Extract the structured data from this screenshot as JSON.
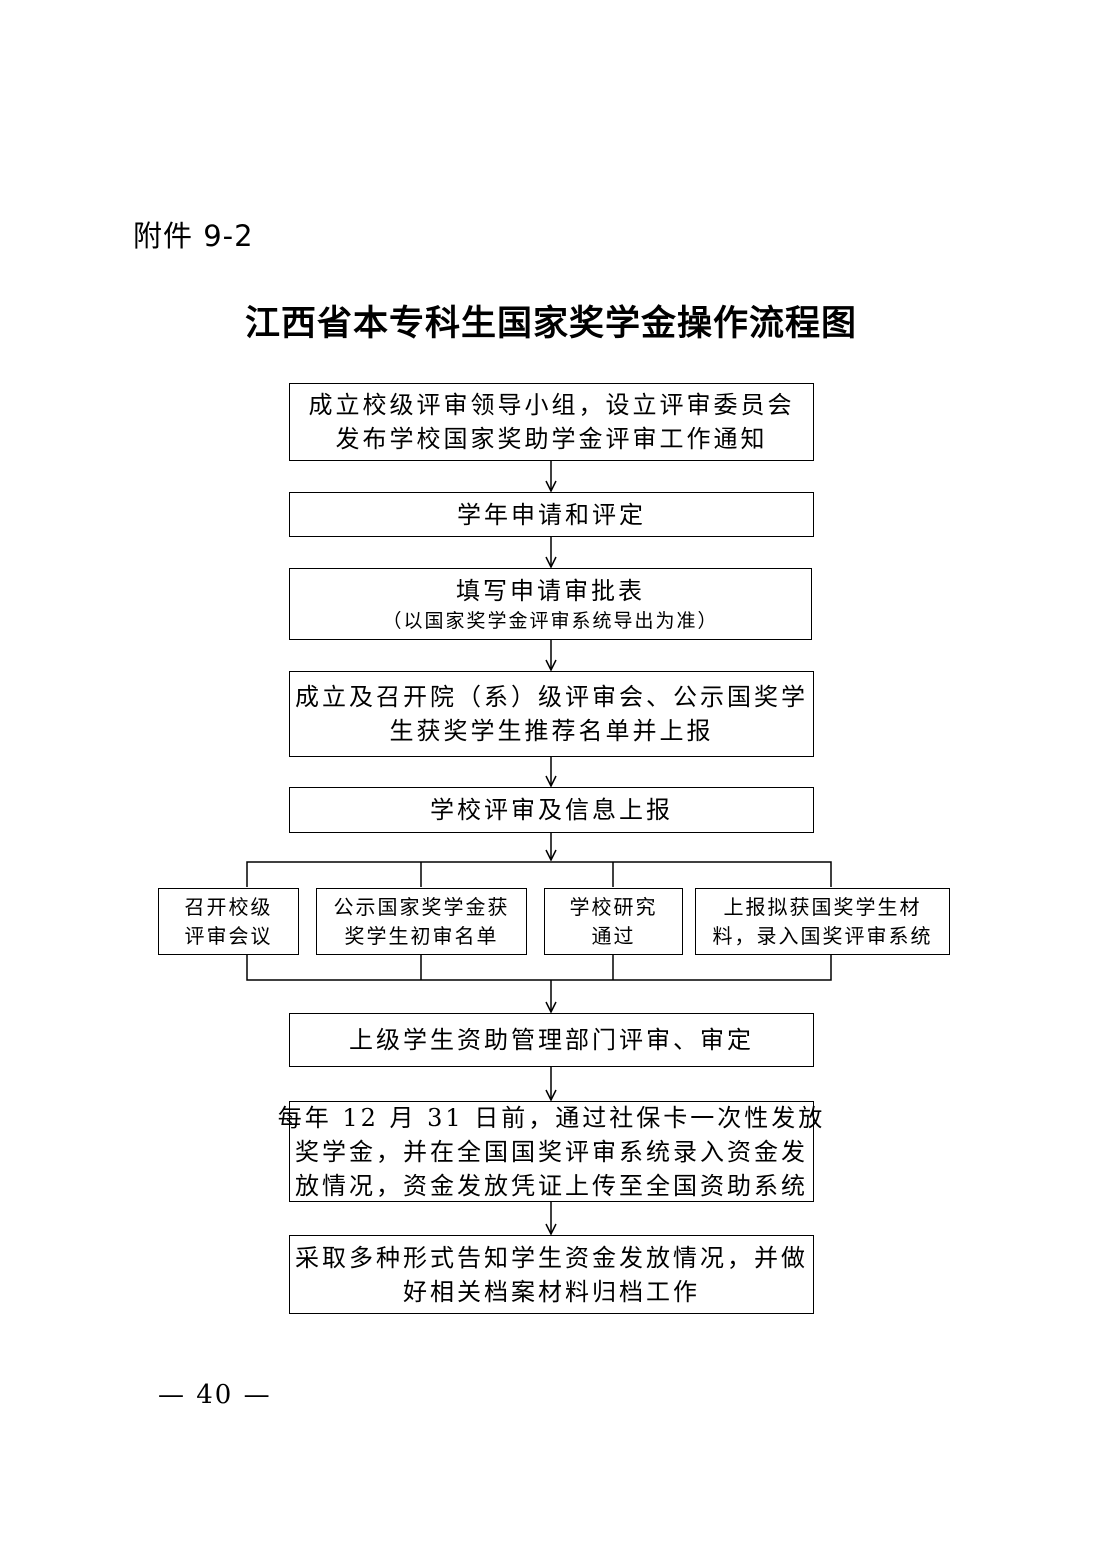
{
  "attachment_label": "附件 9-2",
  "title": "江西省本专科生国家奖学金操作流程图",
  "steps": [
    {
      "lines": [
        "成立校级评审领导小组，设立评审委员会",
        "发布学校国家奖助学金评审工作通知"
      ]
    },
    {
      "lines": [
        "学年申请和评定"
      ]
    },
    {
      "lines": [
        "填写申请审批表"
      ],
      "sub": "（以国家奖学金评审系统导出为准）"
    },
    {
      "lines": [
        "成立及召开院（系）级评审会、公示国奖学",
        "生获奖学生推荐名单并上报"
      ]
    },
    {
      "lines": [
        "学校评审及信息上报"
      ]
    },
    {
      "lines": [
        "上级学生资助管理部门评审、审定"
      ]
    },
    {
      "lines": [
        "每年 12 月 31 日前，通过社保卡一次性发放",
        "奖学金，并在全国国奖评审系统录入资金发",
        "放情况，资金发放凭证上传至全国资助系统"
      ]
    },
    {
      "lines": [
        "采取多种形式告知学生资金发放情况，并做",
        "好相关档案材料归档工作"
      ]
    }
  ],
  "branches": [
    {
      "lines": [
        "召开校级",
        "评审会议"
      ]
    },
    {
      "lines": [
        "公示国家奖学金获",
        "奖学生初审名单"
      ]
    },
    {
      "lines": [
        "学校研究",
        "通过"
      ]
    },
    {
      "lines": [
        "上报拟获国奖学生材",
        "料，录入国奖评审系统"
      ]
    }
  ],
  "page_number": "— 40 —"
}
